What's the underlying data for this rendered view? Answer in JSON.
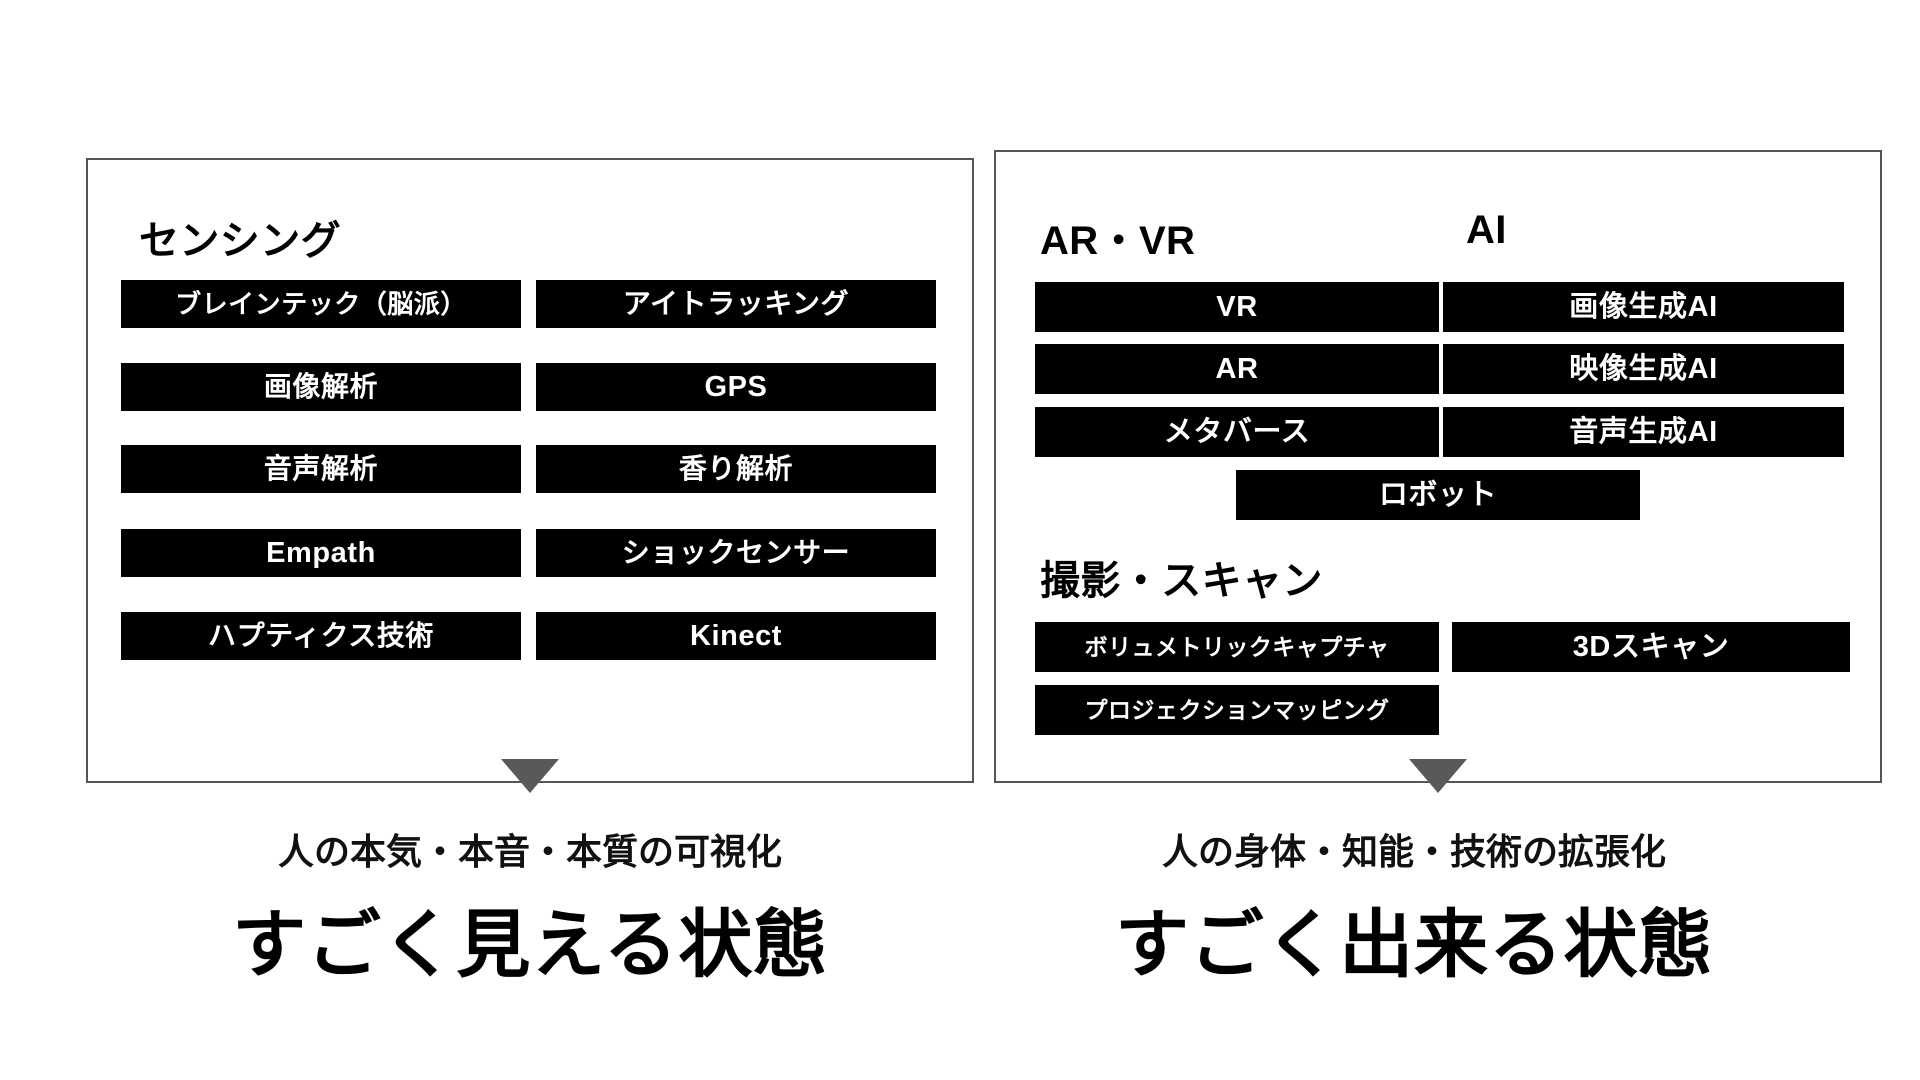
{
  "left_panel": {
    "section_title": "センシング",
    "columns": [
      {
        "name": "left-column",
        "items": [
          "ブレインテック（脳派）",
          "画像解析",
          "音声解析",
          "Empath",
          "ハプティクス技術"
        ]
      },
      {
        "name": "right-column",
        "items": [
          "アイトラッキング",
          "GPS",
          "香り解析",
          "ショックセンサー",
          "Kinect"
        ]
      }
    ],
    "arrow": "down-triangle",
    "caption_sub": "人の本気・本音・本質の可視化",
    "caption_head": "すごく見える状態"
  },
  "right_panel": {
    "section_title_1": "AR・VR",
    "section_title_2": "AI",
    "arvr_items": [
      "VR",
      "AR",
      "メタバース"
    ],
    "ai_items": [
      "画像生成AI",
      "映像生成AI",
      "音声生成AI"
    ],
    "robot_item": "ロボット",
    "section_title_3": "撮影・スキャン",
    "scan_items_left": [
      "ボリュメトリックキャプチャ",
      "プロジェクションマッピング"
    ],
    "scan_items_right": [
      "3Dスキャン"
    ],
    "arrow": "down-triangle",
    "caption_sub": "人の身体・知能・技術の拡張化",
    "caption_head": "すごく出来る状態"
  },
  "colors": {
    "chip_background": "#000000",
    "chip_text": "#ffffff",
    "panel_border": "#555555",
    "arrow": "#595959",
    "page_background": "#ffffff"
  }
}
